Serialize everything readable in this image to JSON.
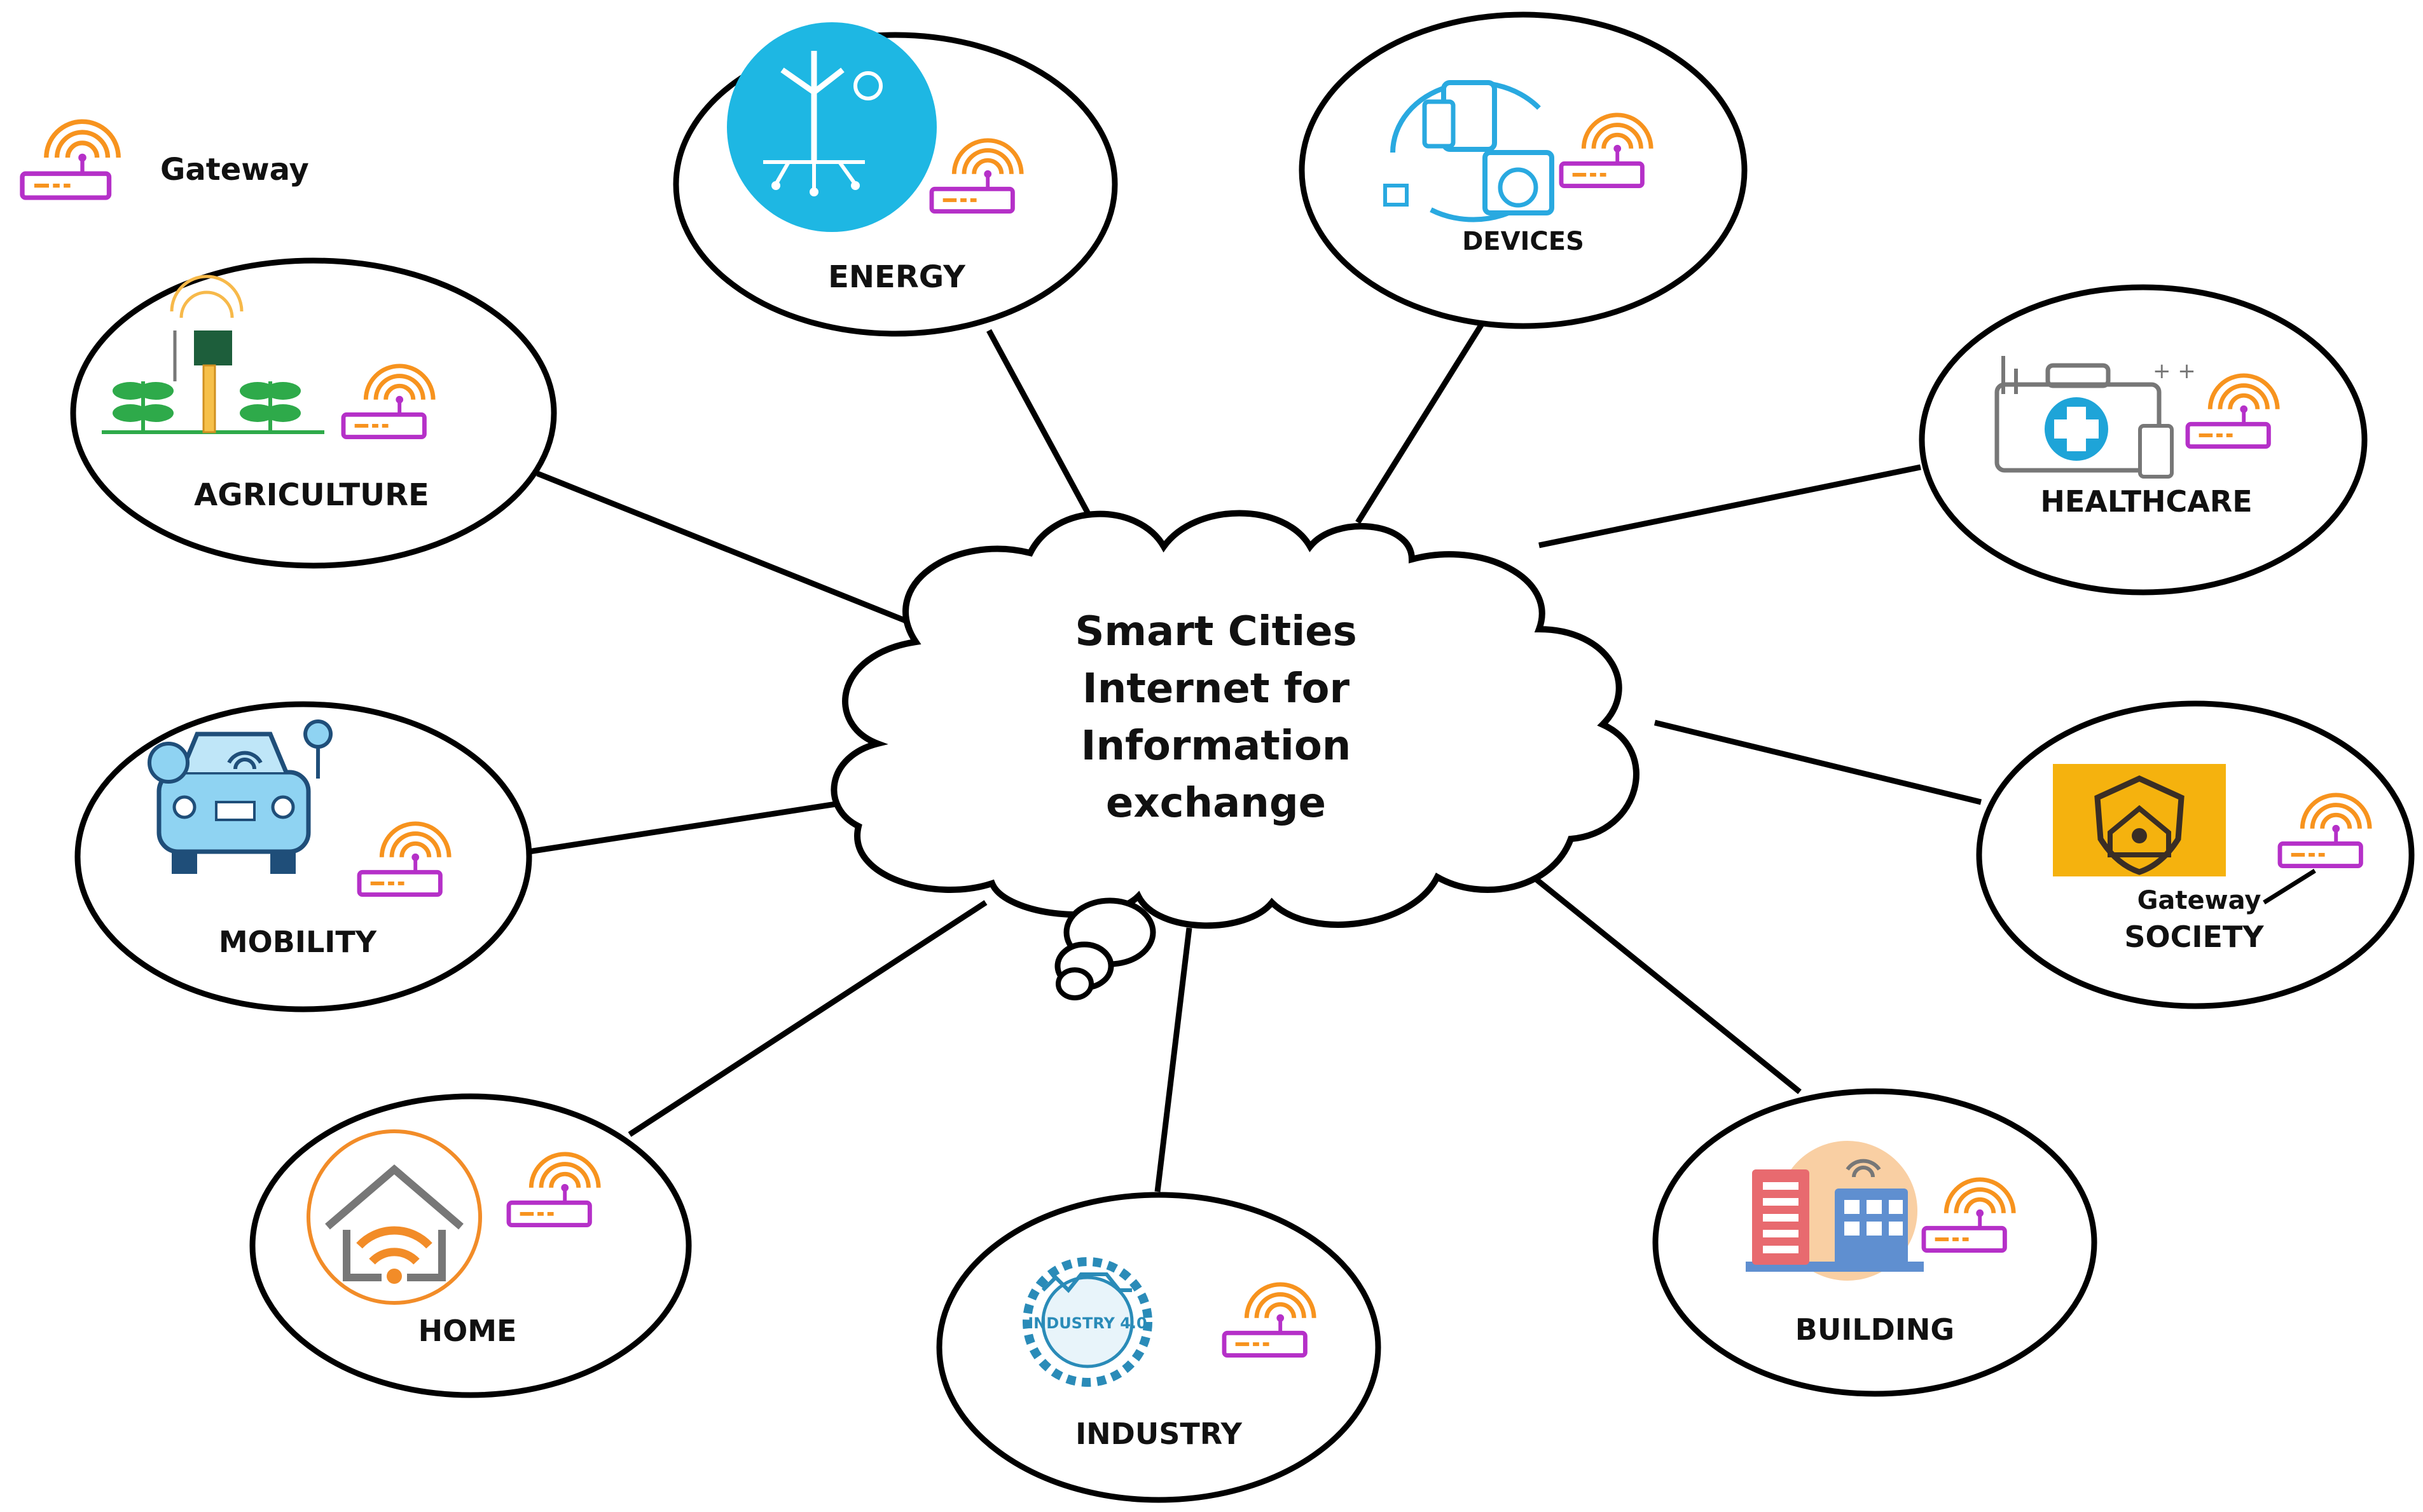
{
  "legend": {
    "label": "Gateway",
    "icon": "gateway-icon"
  },
  "center": {
    "lines": [
      "Smart Cities",
      "Internet for",
      "Information",
      "exchange"
    ]
  },
  "nodes": {
    "agriculture": {
      "label": "AGRICULTURE",
      "icon": "plant-sensor-icon"
    },
    "energy": {
      "label": "ENERGY",
      "icon": "wind-turbine-icon"
    },
    "devices": {
      "label": "DEVICES",
      "icon": "smart-devices-icon"
    },
    "healthcare": {
      "label": "HEALTHCARE",
      "icon": "medical-kit-icon"
    },
    "society": {
      "label": "SOCIETY",
      "gateway_caption": "Gateway",
      "icon": "shield-home-icon"
    },
    "mobility": {
      "label": "MOBILITY",
      "icon": "connected-car-icon"
    },
    "home": {
      "label": "HOME",
      "icon": "smart-home-icon"
    },
    "industry": {
      "label": "INDUSTRY",
      "badge": "INDUSTRY 4.0",
      "icon": "industry-gear-icon"
    },
    "building": {
      "label": "BUILDING",
      "icon": "smart-building-icon"
    }
  },
  "colors": {
    "gateway_orange": "#F7931E",
    "gateway_purple": "#B530C8",
    "energy_blue": "#1EB7E3",
    "society_yellow": "#F5B20E",
    "outline": "#000000"
  }
}
